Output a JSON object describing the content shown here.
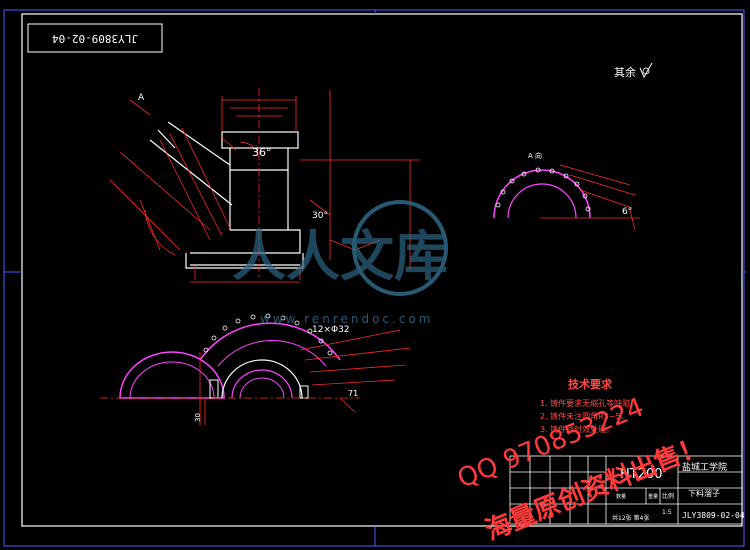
{
  "drawing": {
    "code_box": "JLY3809-02-04",
    "surface_mark": "其余",
    "view_label_a1": "A",
    "view_label_a2": "A 向",
    "angle_36": "36°",
    "angle_30": "30°",
    "angle_6": "6°",
    "holes_spec": "12×Φ32",
    "dim_71": "71",
    "dim_30": "30",
    "tech_title": "技术要求",
    "tech_items": [
      "1. 铸件要求无缩孔等缺陷。",
      "2. 铸件未注圆角R3~5。",
      "3. 铸件须时效处理。"
    ],
    "watermark_brand": "人人文库",
    "watermark_url": "www.renrendoc.com",
    "promo_line1": "QQ 970853224",
    "promo_line2": "海量原创资料出售！"
  },
  "title_block": {
    "material": "HT200",
    "school": "盐城工学院",
    "part_name": "下料溜子",
    "drawing_no": "JLY3809-02-04",
    "scale_label": "比例",
    "scale_value": "1:5",
    "sheet": "共12张 第4张",
    "weight_label": "重量",
    "qty_label": "数量"
  },
  "colors": {
    "background": "#000000",
    "frame": "#4a5cff",
    "outline": "#ffffff",
    "dimension": "#ff2a2a",
    "section": "#ff44ff",
    "tech_title": "#ff4a4a",
    "watermark": "#2e6a8a",
    "promo": "#ff3a3a"
  }
}
